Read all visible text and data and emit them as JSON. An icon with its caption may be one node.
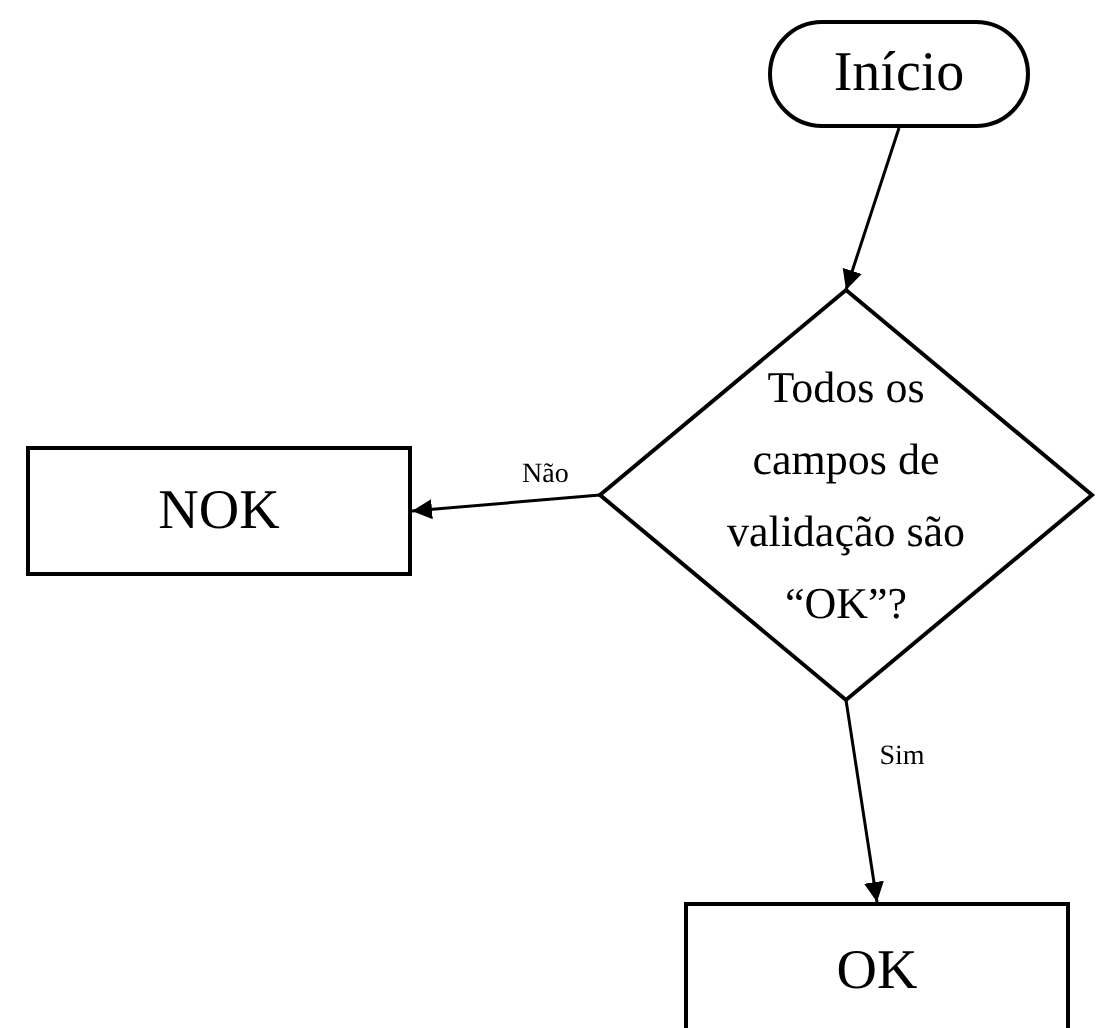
{
  "diagram": {
    "nodes": [
      {
        "text": [
          "Início"
        ]
      },
      {
        "text": [
          "Todos os campos de validação são “OK”?"
        ]
      },
      {
        "text": [
          "NOK"
        ]
      },
      {
        "text": [
          "OK"
        ]
      }
    ],
    "edges": [
      {
        "from": 0,
        "to": 1,
        "arrow": "to"
      },
      {
        "from": 1,
        "to": 2,
        "arrow": "to",
        "label": "Não"
      },
      {
        "from": 1,
        "to": 3,
        "arrow": "to",
        "label": "Sim"
      }
    ]
  }
}
